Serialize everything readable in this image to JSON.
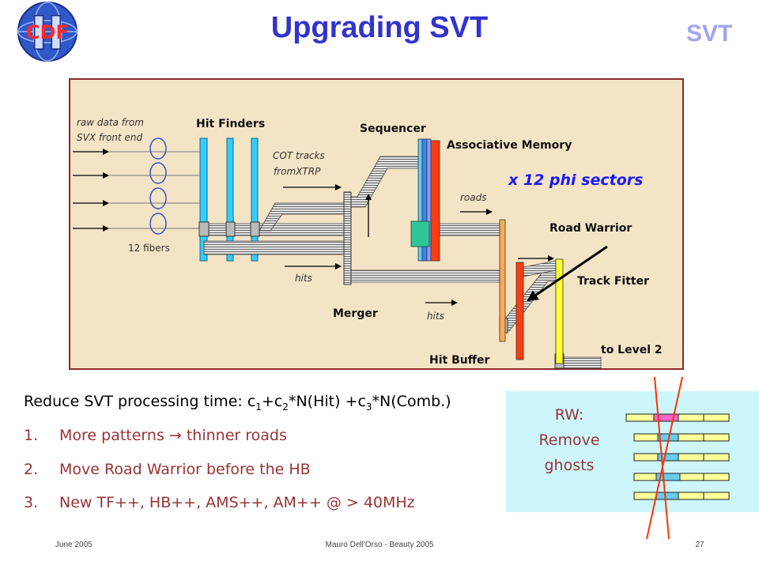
{
  "logo": {
    "text": "CDF",
    "numeral": "II"
  },
  "title": "Upgrading SVT",
  "corner_label": "SVT",
  "diagram": {
    "labels": {
      "raw_data_line1": "raw data from",
      "raw_data_line2": "SVX front end",
      "hit_finders": "Hit Finders",
      "sequencer": "Sequencer",
      "cot_tracks_line1": "COT tracks",
      "cot_tracks_line2": "fromXTRP",
      "associative_memory": "Associative Memory",
      "phi_sectors": "x 12 phi sectors",
      "roads": "roads",
      "road_warrior": "Road Warrior",
      "fibers": "12 fibers",
      "hits_upper": "hits",
      "track_fitter": "Track Fitter",
      "merger": "Merger",
      "hits_lower": "hits",
      "to_level2": "to Level 2",
      "hit_buffer": "Hit Buffer"
    }
  },
  "formula": {
    "intro": "Reduce SVT processing time: ",
    "parts": [
      "c",
      "1",
      "+c",
      "2",
      "*N(Hit) +c",
      "3",
      "*N(Comb.)"
    ]
  },
  "items": [
    {
      "number": "1.",
      "text": "More patterns → thinner roads"
    },
    {
      "number": "2.",
      "text": "Move Road Warrior before the HB"
    },
    {
      "number": "3.",
      "text": "New TF++, HB++, AMS++, AM++ @ > 40MHz"
    }
  ],
  "rw_box": {
    "line1": "RW:",
    "line2": "Remove",
    "line3": "ghosts"
  },
  "footer": {
    "date": "June 2005",
    "author": "Mauro Dell'Orso - Beauty 2005",
    "page": "27"
  },
  "colors": {
    "title": "#3333cc",
    "items": "#993333",
    "phi_label": "#1a1aff",
    "diagram_background": "#f4e4c6",
    "rw_box_background": "#ccf6fc"
  }
}
